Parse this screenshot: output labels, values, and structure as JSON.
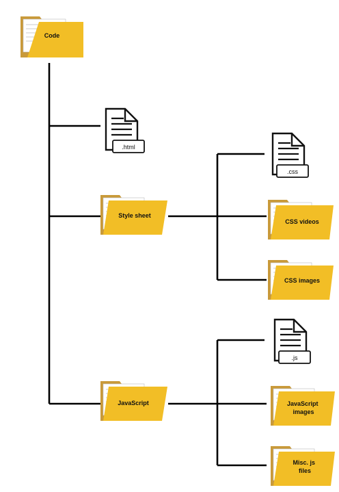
{
  "colors": {
    "folder_front": "#F2BE26",
    "folder_back": "#C99A3A",
    "folder_paper": "#FFFFFF",
    "connector": "#000000"
  },
  "root": {
    "label": "Code",
    "icon": "folder-icon"
  },
  "nodes": {
    "html_file": {
      "label": ".html",
      "icon": "document-icon"
    },
    "stylesheet": {
      "label": "Style sheet",
      "icon": "folder-icon"
    },
    "javascript": {
      "label": "JavaScript",
      "icon": "folder-icon"
    },
    "css_file": {
      "label": ".css",
      "icon": "document-icon"
    },
    "css_videos": {
      "label": "CSS videos",
      "icon": "folder-icon"
    },
    "css_images": {
      "label": "CSS images",
      "icon": "folder-icon"
    },
    "js_file": {
      "label": ".js",
      "icon": "document-icon"
    },
    "js_images": {
      "label_lines": [
        "JavaScript",
        "images"
      ],
      "icon": "folder-icon"
    },
    "misc_js": {
      "label_lines": [
        "Misc. js",
        "files"
      ],
      "icon": "folder-icon"
    }
  }
}
